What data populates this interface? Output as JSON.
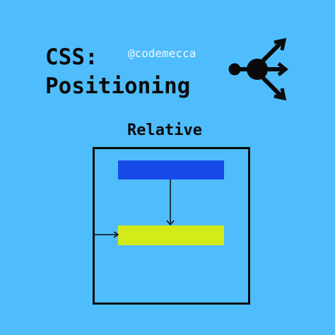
{
  "header": {
    "title_line_1": "CSS:",
    "title_line_2": "Positioning",
    "handle": "@codemecca",
    "logo_icon": "network-share-icon"
  },
  "main": {
    "subtitle": "Relative"
  },
  "colors": {
    "background": "#4FBDFB",
    "text": "#0A0A0A",
    "handle_text": "#F2F8FF",
    "original_box": "#1749E8",
    "moved_box": "#D2EB19",
    "frame": "#0A0A0A"
  }
}
